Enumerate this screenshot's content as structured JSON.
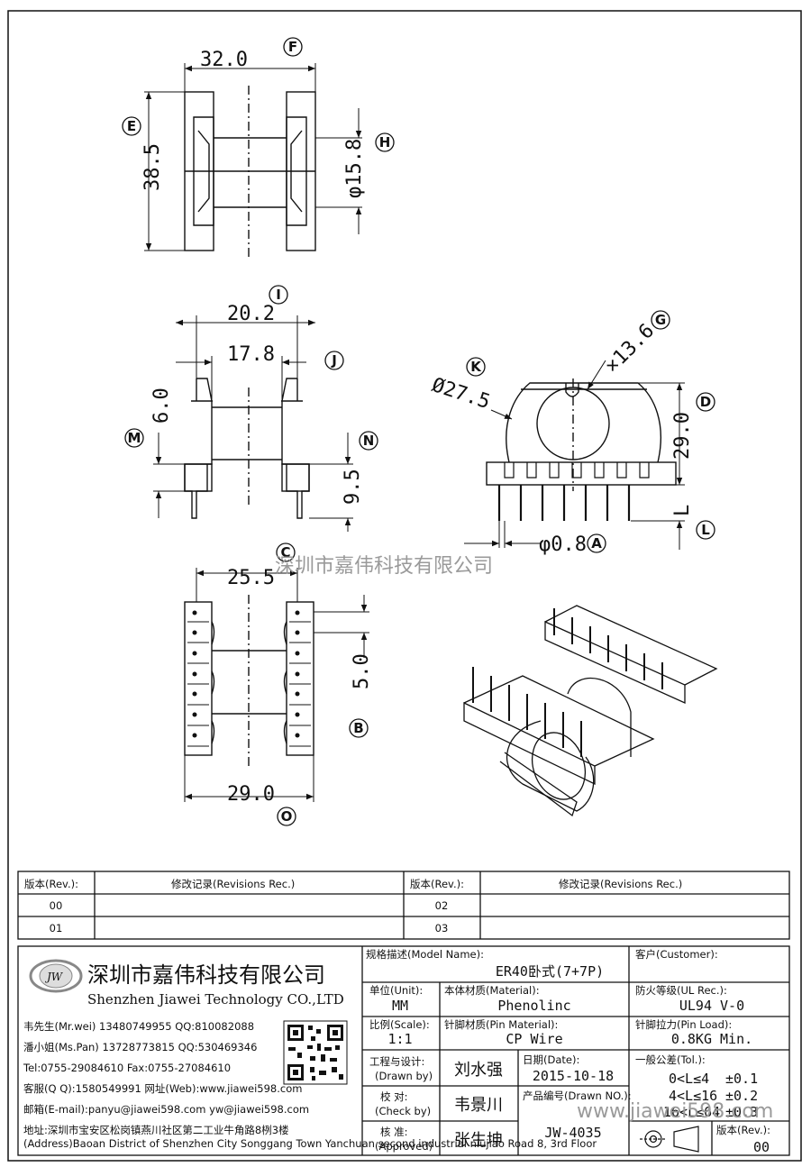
{
  "dimensions": {
    "top_width": "32.0",
    "top_height": "38.5",
    "top_dia": "φ15.8",
    "side_outer": "20.2",
    "side_inner": "17.8",
    "side_left": "6.0",
    "side_right": "9.5",
    "front_outer_dia": "Ø27.5",
    "front_inner_dia": "×13.6",
    "front_height": "29.0",
    "front_l": "L",
    "pin_dia": "φ0.8",
    "bottom_top": "25.5",
    "bottom_pitch": "5.0",
    "bottom_width": "29.0"
  },
  "callouts": [
    "F",
    "E",
    "H",
    "I",
    "J",
    "M",
    "N",
    "K",
    "G",
    "D",
    "L",
    "A",
    "C",
    "B",
    "O"
  ],
  "watermark": "深圳市嘉伟科技有限公司",
  "watermark_url": "www.jiawei598.com",
  "revisions": {
    "headers": [
      "版本(Rev.):",
      "修改记录(Revisions Rec.)",
      "版本(Rev.):",
      "修改记录(Revisions Rec.)"
    ],
    "rows": [
      [
        "00",
        "",
        "02",
        ""
      ],
      [
        "01",
        "",
        "03",
        ""
      ]
    ]
  },
  "company": {
    "logo_text": "JW",
    "name_cn": "深圳市嘉伟科技有限公司",
    "name_en": "Shenzhen Jiawei Technology CO.,LTD",
    "contacts": [
      "韦先生(Mr.wei) 13480749955 QQ:810082088",
      "潘小姐(Ms.Pan) 13728773815 QQ:530469346",
      "Tel:0755-29084610      Fax:0755-27084610",
      "客服(Q Q):1580549991  网址(Web):www.jiawei598.com",
      "邮箱(E-mail):panyu@jiawei598.com  yw@jiawei598.com"
    ],
    "address_cn": "地址:深圳市宝安区松岗镇燕川社区第二工业牛角路8栵3楼",
    "address_en": "(Address)Baoan District of Shenzhen City Songgang Town Yanchuan  second industrial niujiao Road 8, 3rd Floor"
  },
  "title_block": {
    "model_label": "规格描述(Model Name):",
    "model_value": "ER40卧式(7+7P)",
    "customer_label": "客户(Customer):",
    "unit_label": "单位(Unit):",
    "unit_value": "MM",
    "material_label": "本体材质(Material):",
    "material_value": "Phenolinc",
    "ul_label": "防火等级(UL Rec.):",
    "ul_value": "UL94 V-0",
    "scale_label": "比例(Scale):",
    "scale_value": "1:1",
    "pin_material_label": "针脚材质(Pin Material):",
    "pin_material_value": "CP Wire",
    "pin_load_label": "针脚拉力(Pin Load):",
    "pin_load_value": "0.8KG Min.",
    "drawn_label": "工程与设计:",
    "drawn_label_en": "(Drawn by)",
    "drawn_value": "刘水强",
    "date_label": "日期(Date):",
    "date_value": "2015-10-18",
    "check_label": "校   对:",
    "check_label_en": "(Check by)",
    "check_value": "韦景川",
    "drawn_no_label": "产品编号(Drawn NO.):",
    "drawn_no_value": "JW-4035",
    "approved_label": "核   准:",
    "approved_label_en": "(Approved)",
    "approved_value": "张生坤",
    "tol_label": "一般公差(Tol.):",
    "tol_rows": [
      [
        "0<L≤4",
        "±0.1"
      ],
      [
        "4<L≤16",
        "±0.2"
      ],
      [
        "16<L≤64",
        "±0.3"
      ]
    ],
    "rev_label": "版本(Rev.):",
    "rev_value": "00"
  }
}
